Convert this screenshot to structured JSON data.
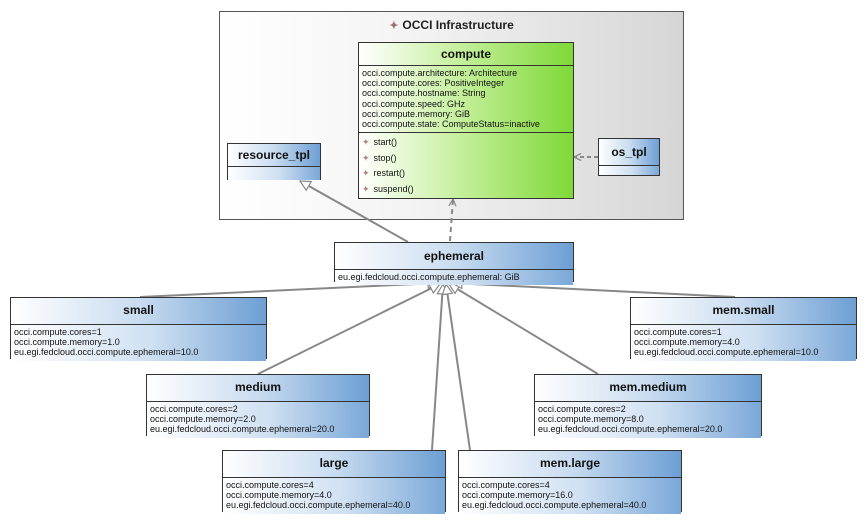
{
  "package": {
    "title": "OCCI Infrastructure",
    "icon": "star-icon"
  },
  "classes": {
    "compute": {
      "name": "compute",
      "attributes": [
        "occi.compute.architecture: Architecture",
        "occi.compute.cores: PositiveInteger",
        "occi.compute.hostname: String",
        "occi.compute.speed: GHz",
        "occi.compute.memory: GiB",
        "occi.compute.state: ComputeStatus=inactive"
      ],
      "operations": [
        "start()",
        "stop()",
        "restart()",
        "suspend()"
      ]
    },
    "resource_tpl": {
      "name": "resource_tpl"
    },
    "os_tpl": {
      "name": "os_tpl"
    },
    "ephemeral": {
      "name": "ephemeral",
      "attributes": [
        "eu.egi.fedcloud.occi.compute.ephemeral: GiB"
      ]
    },
    "small": {
      "name": "small",
      "attributes": [
        "occi.compute.cores=1",
        "occi.compute.memory=1.0",
        "eu.egi.fedcloud.occi.compute.ephemeral=10.0"
      ]
    },
    "medium": {
      "name": "medium",
      "attributes": [
        "occi.compute.cores=2",
        "occi.compute.memory=2.0",
        "eu.egi.fedcloud.occi.compute.ephemeral=20.0"
      ]
    },
    "large": {
      "name": "large",
      "attributes": [
        "occi.compute.cores=4",
        "occi.compute.memory=4.0",
        "eu.egi.fedcloud.occi.compute.ephemeral=40.0"
      ]
    },
    "mem_small": {
      "name": "mem.small",
      "attributes": [
        "occi.compute.cores=1",
        "occi.compute.memory=4.0",
        "eu.egi.fedcloud.occi.compute.ephemeral=10.0"
      ]
    },
    "mem_medium": {
      "name": "mem.medium",
      "attributes": [
        "occi.compute.cores=2",
        "occi.compute.memory=8.0",
        "eu.egi.fedcloud.occi.compute.ephemeral=20.0"
      ]
    },
    "mem_large": {
      "name": "mem.large",
      "attributes": [
        "occi.compute.cores=4",
        "occi.compute.memory=16.0",
        "eu.egi.fedcloud.occi.compute.ephemeral=40.0"
      ]
    }
  }
}
